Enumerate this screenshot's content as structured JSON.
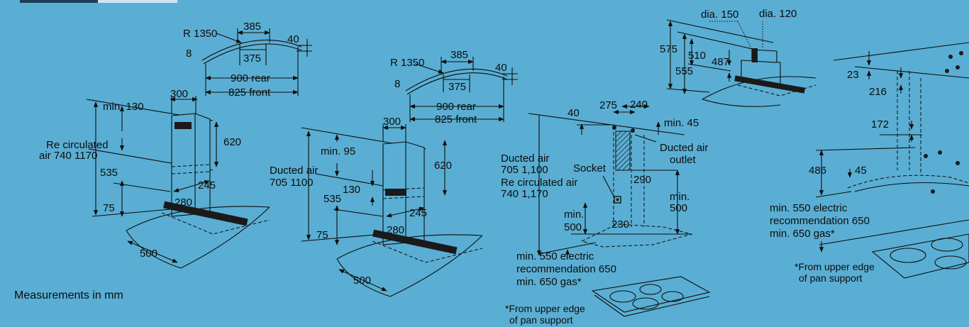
{
  "colors": {
    "background": "#5aaed3",
    "ink": "#0d0d0d",
    "tab": "#1d3c55"
  },
  "footnote": "Measurements in mm",
  "fig1": {
    "radius": "R 1350",
    "d385": "385",
    "d40": "40",
    "d8": "8",
    "d375": "375",
    "rear": "900 rear",
    "front": "825 front",
    "d300": "300",
    "min130": "min. 130",
    "d620": "620",
    "recirc1": "Re circulated",
    "recirc2": "air 740 1170",
    "d535": "535",
    "d245": "245",
    "d280": "280",
    "d75": "75",
    "d500": "500"
  },
  "fig2": {
    "radius": "R 1350",
    "d385": "385",
    "d40": "40",
    "d8": "8",
    "d375": "375",
    "rear": "900 rear",
    "front": "825 front",
    "d300": "300",
    "min95": "min. 95",
    "d620": "620",
    "ducted1": "Ducted air",
    "ducted2": "705 1100",
    "d130": "130",
    "d535": "535",
    "d245": "245",
    "d280": "280",
    "d75": "75",
    "d500": "500"
  },
  "fig3": {
    "d40": "40",
    "d275": "275",
    "d240": "240",
    "min45": "min. 45",
    "outlet1": "Ducted air",
    "outlet2": "outlet",
    "ducted1": "Ducted air",
    "ducted2": "705 1,100",
    "recirc1": "Re circulated air",
    "recirc2": "740 1,170",
    "socket": "Socket",
    "d290": "290",
    "min500a": "min.",
    "min500b": "500",
    "min500c": "min.",
    "min500d": "500",
    "d230": "230",
    "elec1": "min. 550 electric",
    "elec2": "recommendation 650",
    "elec3": "min. 650 gas*",
    "note1": "*From upper edge",
    "note2": "of pan support"
  },
  "fig4": {
    "dia150": "dia. 150",
    "dia120": "dia. 120",
    "d575": "575",
    "d510": "510",
    "d555": "555",
    "d487": "487"
  },
  "fig5": {
    "d23": "23",
    "d216": "216",
    "d172": "172",
    "d486": "486",
    "d45": "45",
    "elec1": "min. 550 electric",
    "elec2": "recommendation 650",
    "elec3": "min. 650 gas*",
    "note1": "*From upper edge",
    "note2": "of pan support"
  }
}
